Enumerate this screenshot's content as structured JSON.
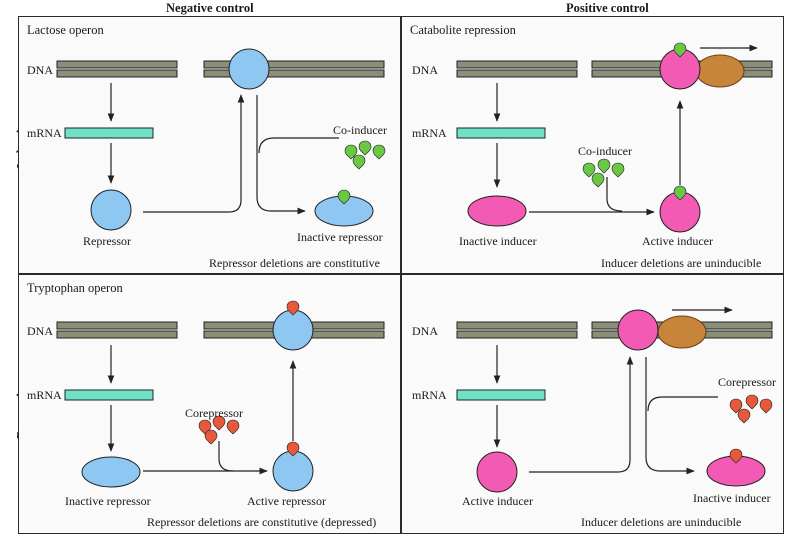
{
  "columns": {
    "left": "Negative control",
    "right": "Positive control"
  },
  "rows": {
    "top": "Induction",
    "bottom": "Repression"
  },
  "colors": {
    "dna": "#8a8f78",
    "mrna": "#6fe3c8",
    "repressor": "#8ec7f2",
    "inducer": "#f25ab4",
    "co_inducer": "#6ac844",
    "corepressor": "#e8583a",
    "polymerase": "#c8843a"
  },
  "panels": {
    "tl": {
      "title": "Lactose operon",
      "dna": "DNA",
      "mrna": "mRNA",
      "free": "Repressor",
      "effector": "Co-inducer",
      "bound": "Inactive repressor",
      "footer": "Repressor deletions are constitutive"
    },
    "tr": {
      "title": "Catabolite repression",
      "dna": "DNA",
      "mrna": "mRNA",
      "free": "Inactive inducer",
      "effector": "Co-inducer",
      "bound": "Active inducer",
      "footer": "Inducer deletions are uninducible"
    },
    "bl": {
      "title": "Tryptophan operon",
      "dna": "DNA",
      "mrna": "mRNA",
      "free": "Inactive repressor",
      "effector": "Corepressor",
      "bound": "Active repressor",
      "footer": "Repressor deletions are constitutive (depressed)"
    },
    "br": {
      "title": "",
      "dna": "DNA",
      "mrna": "mRNA",
      "free": "Active inducer",
      "effector": "Corepressor",
      "bound": "Inactive inducer",
      "footer": "Inducer deletions are uninducible"
    }
  }
}
